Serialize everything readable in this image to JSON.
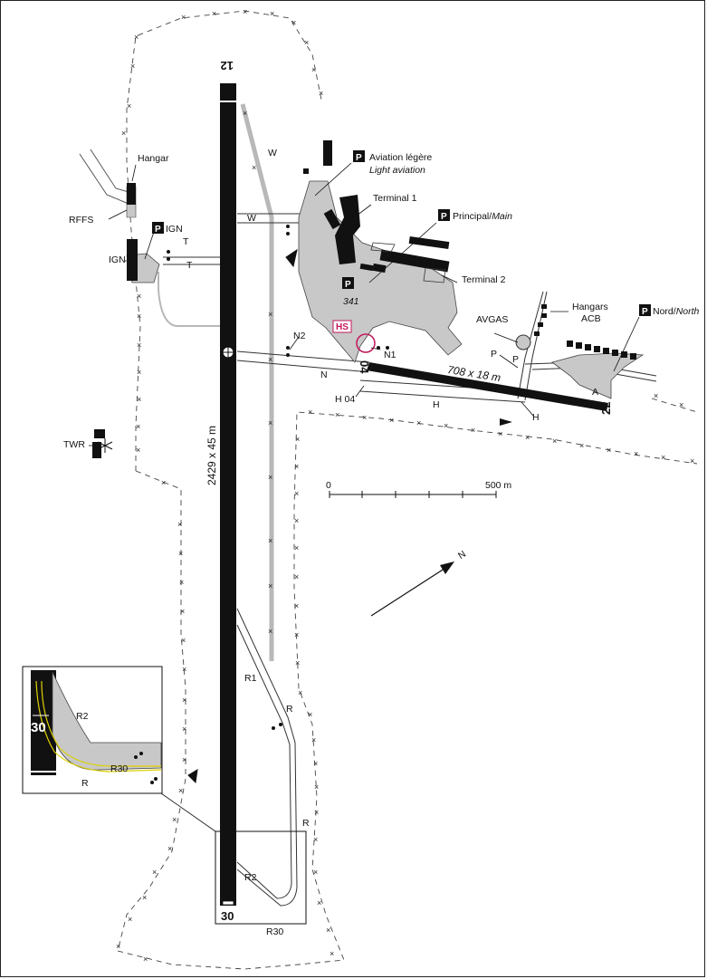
{
  "runways": {
    "main": {
      "north_designator": "12",
      "south_designator": "30",
      "dimensions": "2429 x 45 m"
    },
    "secondary": {
      "west_designator": "04",
      "east_designator": "22",
      "dimensions": "708 x 18 m"
    }
  },
  "taxiways": {
    "W": "W",
    "W2": "W",
    "T": "T",
    "T2": "T",
    "N2": "N2",
    "N1": "N1",
    "N": "N",
    "H04": "H 04",
    "H": "H",
    "H2": "H",
    "P": "P",
    "P2": "P",
    "A": "A",
    "R1": "R1",
    "R": "R",
    "R_2": "R",
    "R2": "R2",
    "R30": "R30"
  },
  "buildings": {
    "hangar": "Hangar",
    "rffs": "RFFS",
    "ign": "IGN",
    "twr": "TWR",
    "terminal1": "Terminal 1",
    "terminal2": "Terminal 2",
    "avgas": "AVGAS",
    "hangars_line1": "Hangars",
    "hangars_line2": "ACB"
  },
  "parkings": {
    "symbol": "P",
    "ign": "IGN",
    "light_fr": "Aviation légère",
    "light_en": "Light aviation",
    "main_fr": "Principal/",
    "main_en": "Main",
    "north_fr": "Nord/",
    "north_en": "North",
    "apron_number": "341"
  },
  "hotspot": "HS",
  "scale": {
    "start": "0",
    "end": "500 m"
  },
  "north": "N",
  "inset": {
    "runway": "30",
    "R2": "R2",
    "R30": "R30",
    "R": "R"
  }
}
